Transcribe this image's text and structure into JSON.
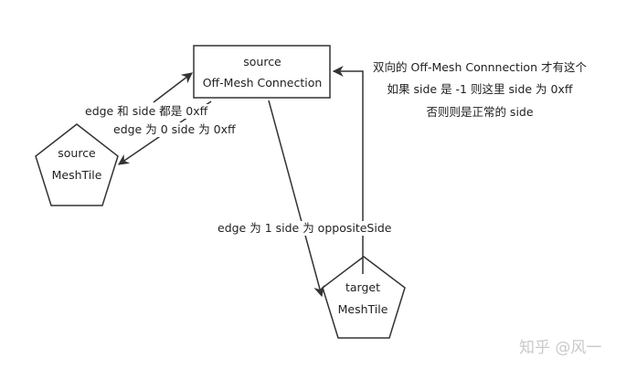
{
  "nodes": {
    "connection": {
      "line1": "source",
      "line2": "Off-Mesh Connection"
    },
    "source_tile": {
      "line1": "source",
      "line2": "MeshTile"
    },
    "target_tile": {
      "line1": "target",
      "line2": "MeshTile"
    }
  },
  "edge_labels": {
    "upper": "edge 和 side 都是 0xff",
    "lower": "edge 为 0 side 为 0xff",
    "opposite": "edge 为 1 side 为 oppositeSide"
  },
  "note": {
    "line1": "双向的 Off-Mesh Connnection 才有这个",
    "line2": "如果 side 是 -1 则这里 side 为 0xff",
    "line3": "否则则是正常的 side"
  },
  "watermark": "知乎 @风一",
  "colors": {
    "stroke": "#333333",
    "text": "#222222",
    "watermark": "#c9c9c9"
  }
}
